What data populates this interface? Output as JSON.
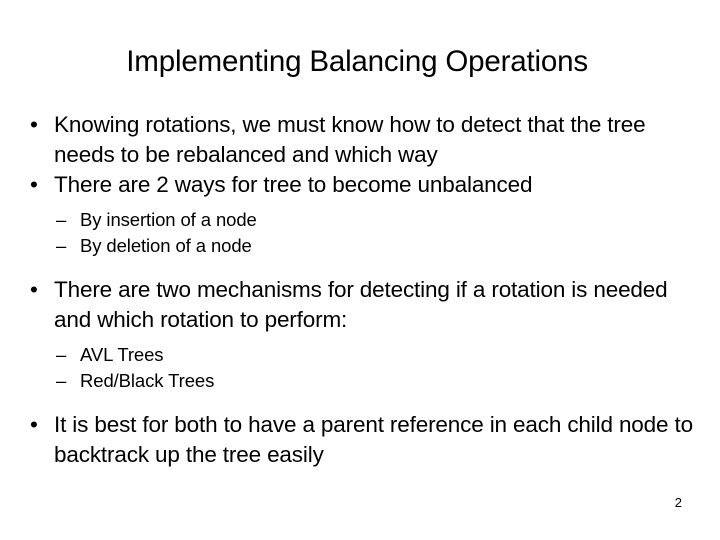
{
  "slide": {
    "title": "Implementing Balancing Operations",
    "number": "2",
    "background_color": "#ffffff",
    "text_color": "#000000",
    "bullet_marker_level1": "•",
    "bullet_marker_level2": "–",
    "blocks": [
      {
        "level": 1,
        "text": "Knowing rotations, we must know how to detect that the tree needs to be rebalanced and which way"
      },
      {
        "level": 1,
        "text": "There are 2 ways for tree to become unbalanced"
      },
      {
        "level": 2,
        "text": "By insertion of a node"
      },
      {
        "level": 2,
        "text": "By deletion of a node"
      },
      {
        "level": 1,
        "text": "There are two mechanisms for detecting if a rotation is needed and which rotation to perform:"
      },
      {
        "level": 2,
        "text": "AVL Trees"
      },
      {
        "level": 2,
        "text": "Red/Black Trees"
      },
      {
        "level": 1,
        "text": "It is best for both to have a parent reference in each child node to backtrack up the tree easily"
      }
    ]
  }
}
